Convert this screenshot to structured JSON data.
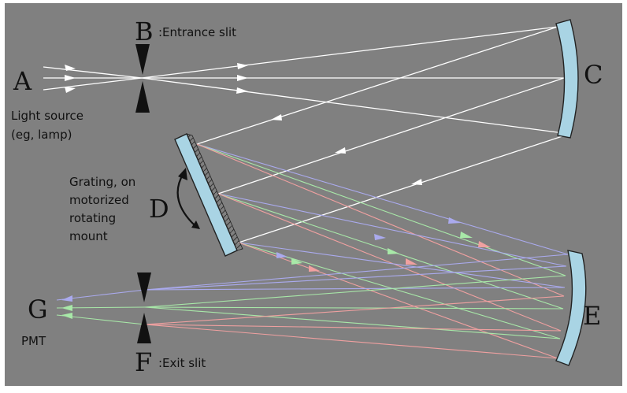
{
  "labels": {
    "A": "A",
    "B": "B",
    "B_caption": ":Entrance slit",
    "C": "C",
    "D": "D",
    "E": "E",
    "F": "F",
    "F_caption": ":Exit slit",
    "G": "G",
    "light_source_line1": "Light source",
    "light_source_line2": "(eg, lamp)",
    "grating_line1": "Grating, on",
    "grating_line2": "motorized",
    "grating_line3": "rotating",
    "grating_line4": "mount",
    "pmt": "PMT"
  },
  "colors": {
    "background": "#808080",
    "white_ray": "#ffffff",
    "blue_ray": "#aaaaee",
    "green_ray": "#a8e8a8",
    "red_ray": "#f0a0a0",
    "mirror_fill": "#a9d4e4",
    "slit": "#111111"
  }
}
